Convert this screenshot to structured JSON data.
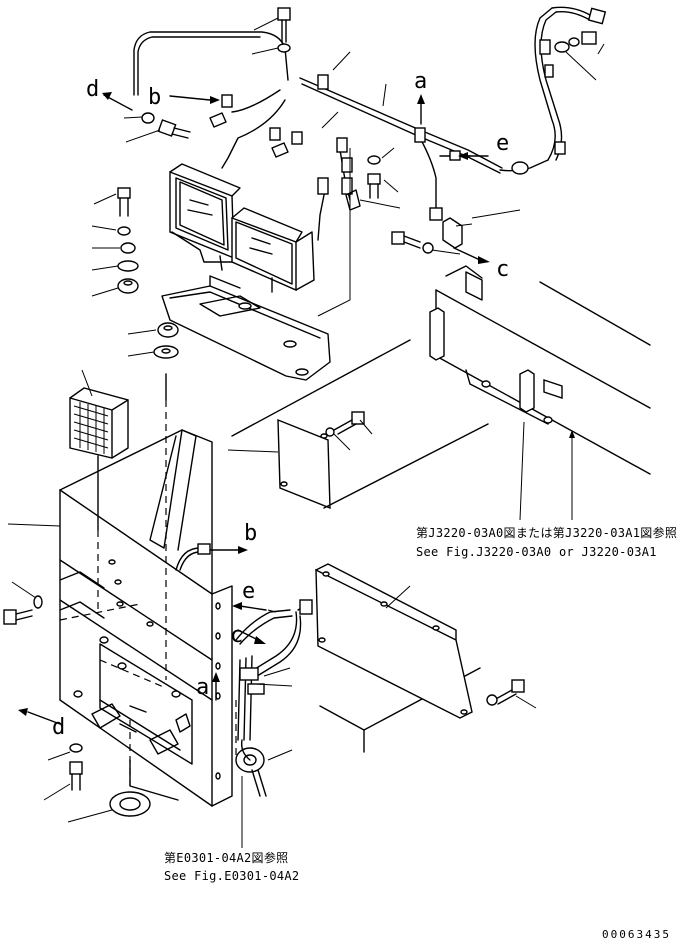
{
  "callouts": {
    "d_top": "d",
    "b_top": "b",
    "a_top": "a",
    "e_top": "e",
    "c_right": "c",
    "b_mid": "b",
    "e_mid": "e",
    "c_mid": "c",
    "a_mid": "a",
    "d_bottom": "d"
  },
  "references": {
    "j3220_jp": "第J3220-03A0図または第J3220-03A1図参照",
    "j3220_en": "See Fig.J3220-03A0 or J3220-03A1",
    "e0301_jp": "第E0301-04A2図参照",
    "e0301_en": "See Fig.E0301-04A2"
  },
  "serial_number": "00063435"
}
